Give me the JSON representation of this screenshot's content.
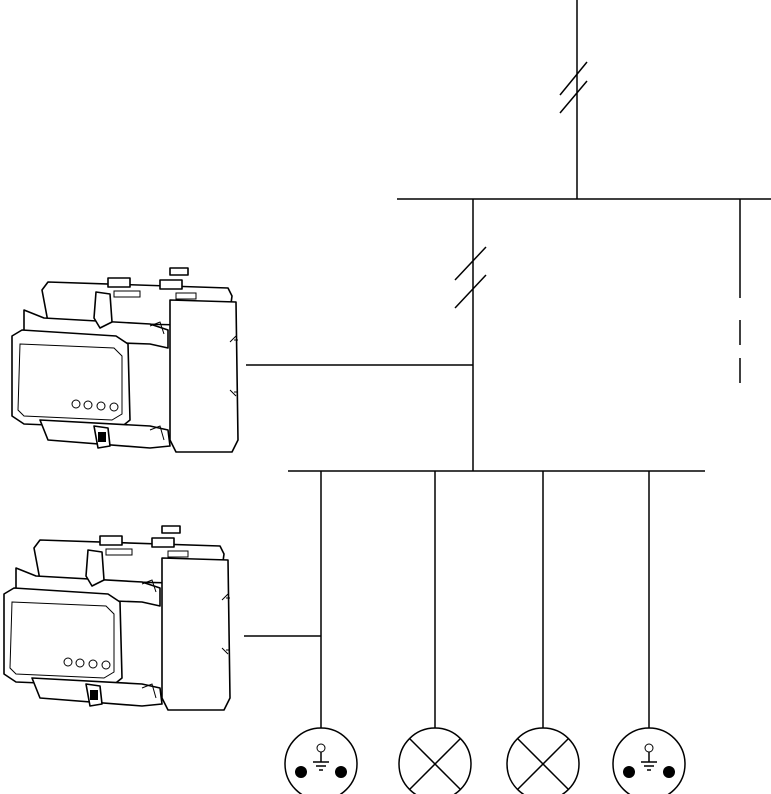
{
  "diagram": {
    "elements": [
      "incoming-feed-line",
      "main-busbar",
      "distribution-busbar",
      "energy-meter-top",
      "energy-meter-bottom",
      "socket-outlet-1",
      "lamp-1",
      "lamp-2",
      "socket-outlet-2"
    ],
    "colors": {
      "line": "#000000",
      "background": "#ffffff"
    }
  }
}
